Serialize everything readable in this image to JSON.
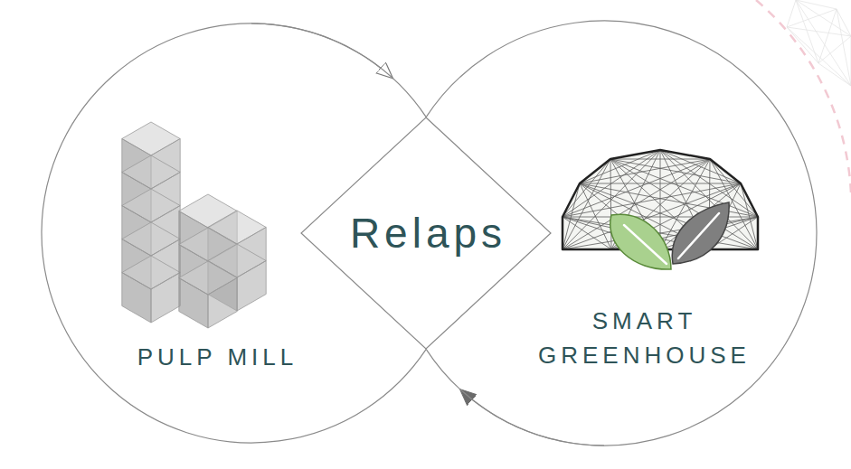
{
  "diagram": {
    "nodes": [
      {
        "text": [
          "PULP MILL"
        ]
      },
      {
        "text": [
          "Relaps"
        ]
      },
      {
        "text": [
          "SMART GREENHOUSE"
        ]
      }
    ],
    "edges": [
      {
        "from": 0,
        "to": 2,
        "arrow": "to"
      },
      {
        "from": 2,
        "to": 0,
        "arrow": "to"
      }
    ]
  }
}
